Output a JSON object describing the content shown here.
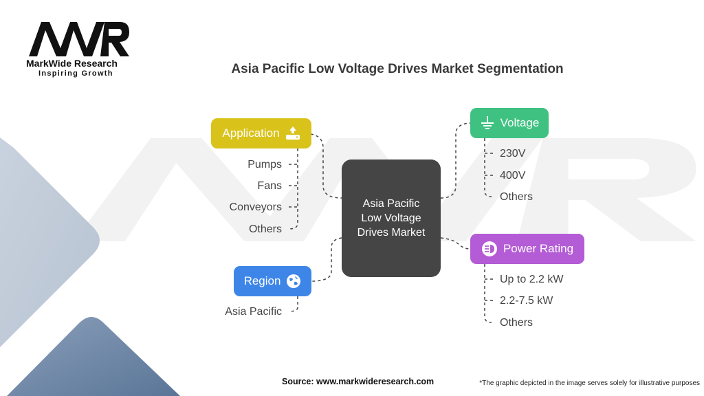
{
  "brand": {
    "name": "MarkWide Research",
    "tagline": "Inspiring Growth",
    "logo_text": "MWR"
  },
  "title": "Asia Pacific Low Voltage Drives Market Segmentation",
  "center": {
    "label": "Asia Pacific Low Voltage Drives Market"
  },
  "segments": {
    "application": {
      "label": "Application",
      "icon": "upload-tray-icon",
      "color": "#d9c31b",
      "items": [
        "Pumps",
        "Fans",
        "Conveyors",
        "Others"
      ]
    },
    "region": {
      "label": "Region",
      "icon": "globe-icon",
      "color": "#3d86e8",
      "items": [
        "Asia Pacific"
      ]
    },
    "voltage": {
      "label": "Voltage",
      "icon": "ground-icon",
      "color": "#3fc182",
      "items": [
        "230V",
        "400V",
        "Others"
      ]
    },
    "power_rating": {
      "label": "Power Rating",
      "icon": "headlight-icon",
      "color": "#b45bd6",
      "items": [
        "Up to 2.2 kW",
        "2.2-7.5 kW",
        "Others"
      ]
    }
  },
  "footer": {
    "source": "Source: www.markwideresearch.com",
    "disclaimer": "*The graphic depicted in the image serves solely for illustrative purposes"
  }
}
